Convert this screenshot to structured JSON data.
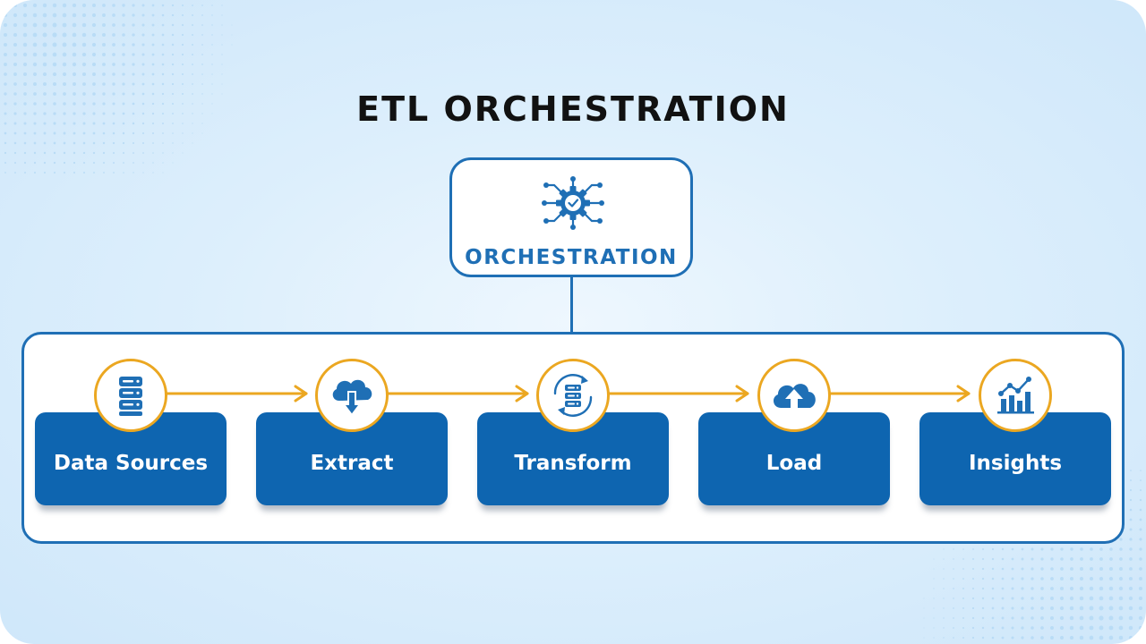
{
  "title": "ETL ORCHESTRATION",
  "orchestration": {
    "label": "ORCHESTRATION",
    "icon": "gear-network-icon"
  },
  "steps": [
    {
      "label": "Data Sources",
      "icon": "database-icon"
    },
    {
      "label": "Extract",
      "icon": "cloud-download-icon"
    },
    {
      "label": "Transform",
      "icon": "database-sync-icon"
    },
    {
      "label": "Load",
      "icon": "cloud-upload-icon"
    },
    {
      "label": "Insights",
      "icon": "bar-chart-icon"
    }
  ],
  "colors": {
    "primary": "#0e65b0",
    "accent": "#eba721",
    "title": "#111111",
    "background": "#ddeffc"
  }
}
